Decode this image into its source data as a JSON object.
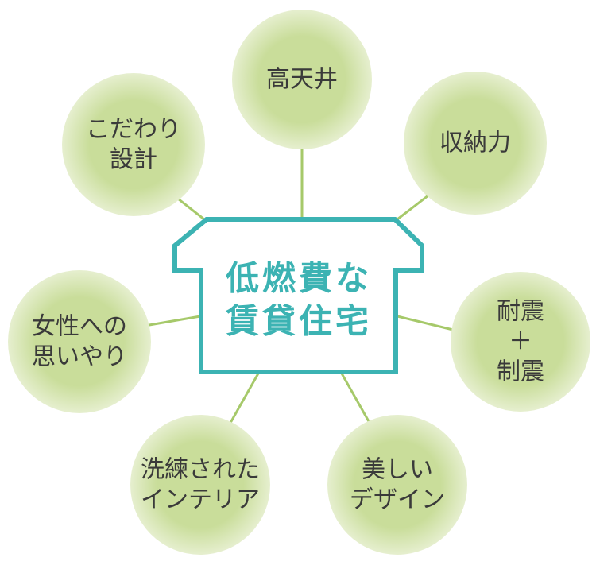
{
  "colors": {
    "bubble_center": "#c9dd9a",
    "bubble_edge": "#e6efcf",
    "connector": "#a6c96a",
    "house_stroke": "#3cb3b3",
    "house_fill": "#ffffff",
    "center_text": "#3cb3b3",
    "bubble_text": "#3a3a3a"
  },
  "center": {
    "lines": [
      "低燃費な",
      "賃貸住宅"
    ]
  },
  "features": [
    {
      "id": "high-ceiling",
      "lines": [
        "高天井"
      ]
    },
    {
      "id": "storage",
      "lines": [
        "収納力"
      ]
    },
    {
      "id": "earthquake",
      "lines": [
        "耐震",
        "＋",
        "制震"
      ]
    },
    {
      "id": "design",
      "lines": [
        "美しい",
        "デザイン"
      ]
    },
    {
      "id": "interior",
      "lines": [
        "洗練された",
        "インテリア"
      ]
    },
    {
      "id": "women",
      "lines": [
        "女性への",
        "思いやり"
      ]
    },
    {
      "id": "custom-design",
      "lines": [
        "こだわり",
        "設計"
      ]
    }
  ]
}
